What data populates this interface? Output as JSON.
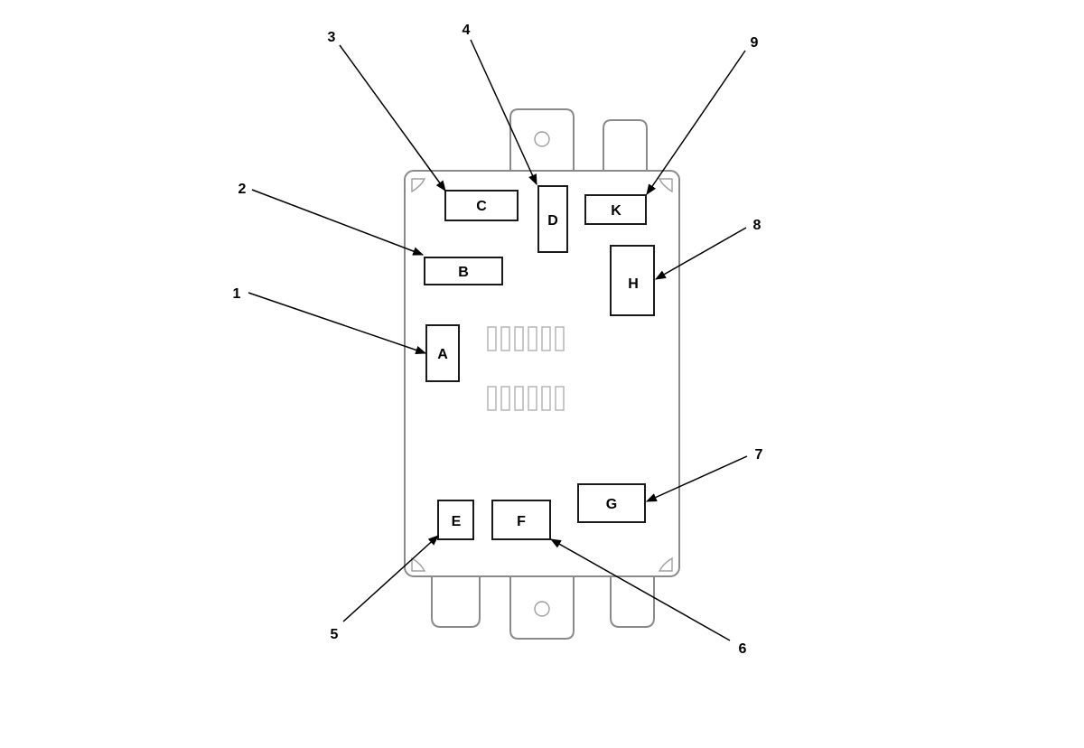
{
  "connectors": [
    {
      "id": "A",
      "label": "A"
    },
    {
      "id": "B",
      "label": "B"
    },
    {
      "id": "C",
      "label": "C"
    },
    {
      "id": "D",
      "label": "D"
    },
    {
      "id": "E",
      "label": "E"
    },
    {
      "id": "F",
      "label": "F"
    },
    {
      "id": "G",
      "label": "G"
    },
    {
      "id": "H",
      "label": "H"
    },
    {
      "id": "K",
      "label": "K"
    }
  ],
  "callouts": [
    {
      "number": "1",
      "target": "A"
    },
    {
      "number": "2",
      "target": "B"
    },
    {
      "number": "3",
      "target": "C"
    },
    {
      "number": "4",
      "target": "D"
    },
    {
      "number": "5",
      "target": "E"
    },
    {
      "number": "6",
      "target": "F"
    },
    {
      "number": "7",
      "target": "G"
    },
    {
      "number": "8",
      "target": "H"
    },
    {
      "number": "9",
      "target": "K"
    }
  ]
}
